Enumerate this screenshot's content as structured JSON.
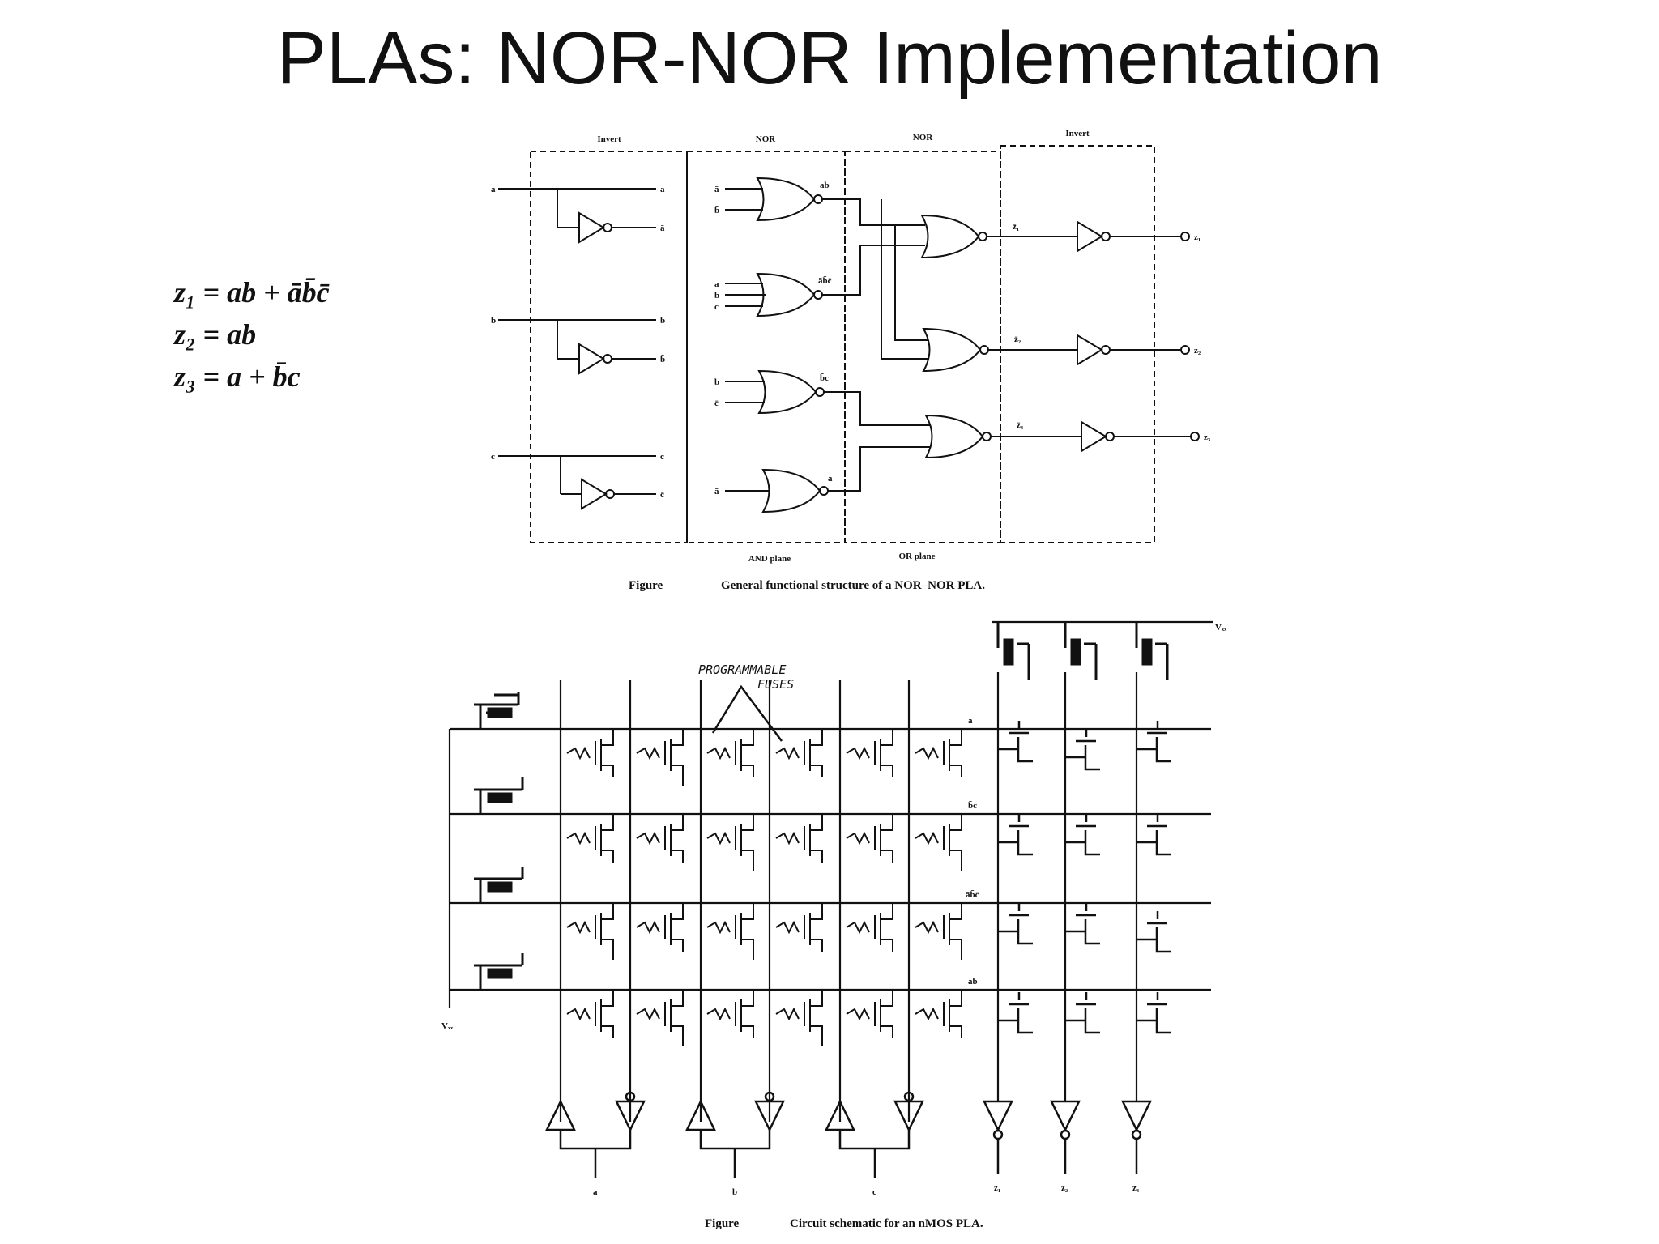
{
  "slide": {
    "title": "PLAs: NOR-NOR Implementation"
  },
  "equations": [
    "z₁ = ab + āb̄c̄",
    "z₂ = ab",
    "z₃ = a + b̄c"
  ],
  "figure1": {
    "section_labels": [
      "Invert",
      "NOR",
      "NOR",
      "Invert"
    ],
    "plane_labels": [
      "AND plane",
      "OR plane"
    ],
    "inputs": [
      "a",
      "b",
      "c"
    ],
    "input_outputs": [
      "a",
      "ā",
      "b",
      "b̄",
      "c",
      "c̄"
    ],
    "gate_inputs": [
      [
        "ā",
        "b̄"
      ],
      [
        "a",
        "b",
        "c"
      ],
      [
        "b",
        "c̄"
      ],
      [
        "ā"
      ]
    ],
    "terms": [
      "ab",
      "āb̄c̄",
      "b̄c",
      "a"
    ],
    "or_outputs": [
      "z̄₁",
      "z̄₂",
      "z̄₃"
    ],
    "outputs": [
      "z₁",
      "z₂",
      "z₃"
    ],
    "caption_prefix": "Figure",
    "caption": "General functional structure of a NOR–NOR PLA."
  },
  "figure2": {
    "vdd_label": "Vₓₓ",
    "fuse_label_1": "PROGRAMMABLE",
    "fuse_label_2": "FUSES",
    "row_labels": [
      "a",
      "b̄c",
      "āb̄c̄",
      "ab"
    ],
    "input_labels": [
      "a",
      "b",
      "c"
    ],
    "output_labels": [
      "z₁",
      "z₂",
      "z₃"
    ],
    "caption_prefix": "Figure",
    "caption": "Circuit schematic for an nMOS PLA."
  }
}
